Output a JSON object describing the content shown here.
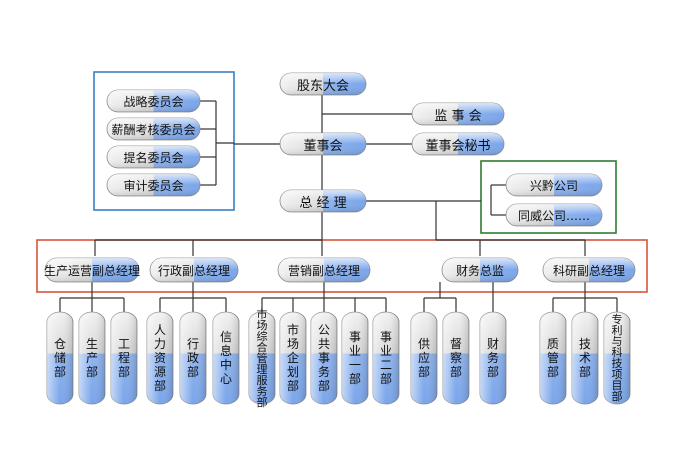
{
  "colors": {
    "box_gray": "#e8e8e8",
    "box_blue": "#8fb5ef",
    "frame_blue": "#3b7fc4",
    "frame_green": "#2e7d2e",
    "frame_red": "#d9533a",
    "line": "#333333"
  },
  "top": {
    "shareholders": "股东大会",
    "supervisors": "监 事 会",
    "board": "董事会",
    "board_secretary": "董事会秘书",
    "gm": "总 经 理"
  },
  "committees": [
    "战略委员会",
    "薪酬考核委员会",
    "提名委员会",
    "审计委员会"
  ],
  "subsidiaries": [
    "兴黔公司",
    "同威公司……"
  ],
  "vps": [
    "生产运营副总经理",
    "行政副总经理",
    "营销副总经理",
    "财务总监",
    "科研副总经理"
  ],
  "departments": [
    {
      "group": 0,
      "label": "仓储部"
    },
    {
      "group": 0,
      "label": "生产部"
    },
    {
      "group": 0,
      "label": "工程部"
    },
    {
      "group": 1,
      "label": "人力资源部"
    },
    {
      "group": 1,
      "label": "行政部"
    },
    {
      "group": 1,
      "label": "信息中心"
    },
    {
      "group": 2,
      "label": "市场综合管理服务部"
    },
    {
      "group": 2,
      "label": "市场企划部"
    },
    {
      "group": 2,
      "label": "公共事务部"
    },
    {
      "group": 2,
      "label": "事业一部"
    },
    {
      "group": 2,
      "label": "事业二部"
    },
    {
      "group": 3,
      "label": "供应部"
    },
    {
      "group": 3,
      "label": "督察部"
    },
    {
      "group": 4,
      "label": "财务部"
    },
    {
      "group": 5,
      "label": "质管部"
    },
    {
      "group": 5,
      "label": "技术部"
    },
    {
      "group": 5,
      "label": "专利与科技项目部"
    }
  ]
}
